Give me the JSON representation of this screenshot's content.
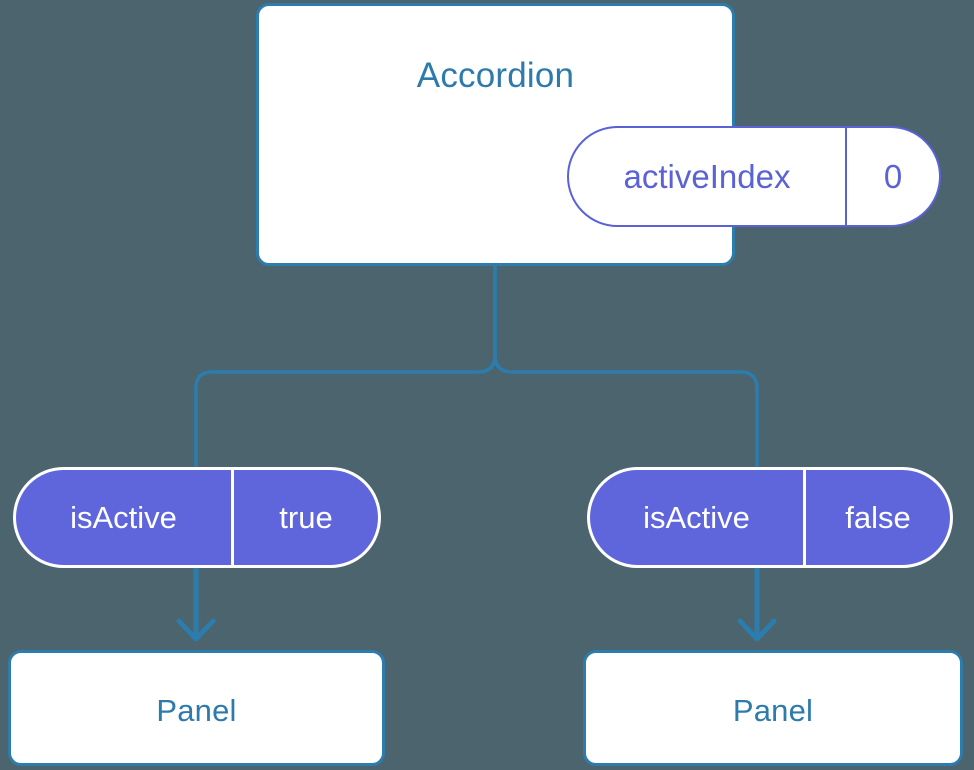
{
  "diagram": {
    "background_color": "#4b646d",
    "accent_blue": "#2c7cad",
    "accent_purple": "#5f66dc",
    "state_purple": "#5a62d6",
    "nodes": {
      "root": {
        "title": "Accordion",
        "state": {
          "key": "activeIndex",
          "value": "0"
        }
      },
      "left_branch": {
        "prop": {
          "key": "isActive",
          "value": "true"
        },
        "child_title": "Panel"
      },
      "right_branch": {
        "prop": {
          "key": "isActive",
          "value": "false"
        },
        "child_title": "Panel"
      }
    },
    "connectors": {
      "split_line_color": "#2c7cad",
      "arrow_color": "#2c7cad"
    }
  }
}
